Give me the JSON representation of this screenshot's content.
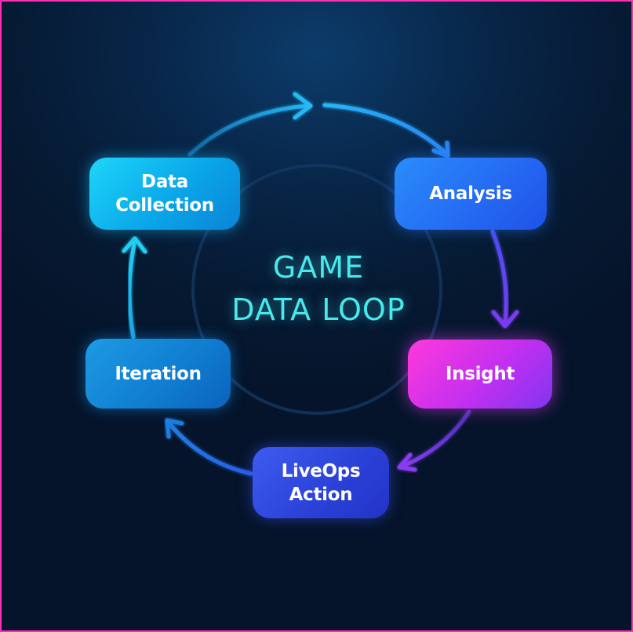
{
  "diagram": {
    "title_line1": "GAME",
    "title_line2": "DATA LOOP",
    "nodes": {
      "data_collection": "Data\nCollection",
      "analysis": "Analysis",
      "insight": "Insight",
      "liveops_action": "LiveOps\nAction",
      "iteration": "Iteration"
    },
    "flow": [
      "Data Collection",
      "Analysis",
      "Insight",
      "LiveOps Action",
      "Iteration"
    ],
    "colors": {
      "background": "#06152b",
      "border": "#ff2fb4",
      "title": "#48e8ec",
      "arrow_cyan": "#20c8f5",
      "arrow_blue": "#2a7cf5",
      "arrow_violet": "#7a3cf0",
      "arrow_magenta": "#c43cf0"
    }
  }
}
